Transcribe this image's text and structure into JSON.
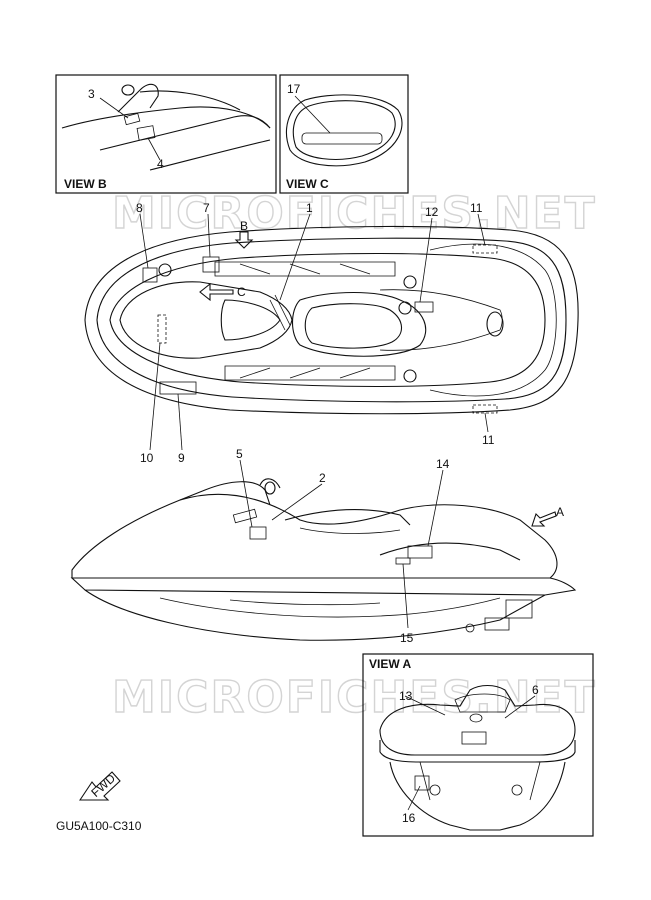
{
  "watermark": "MICROFICHES.NET",
  "views": {
    "view_b": "VIEW B",
    "view_c": "VIEW C",
    "view_a": "VIEW A",
    "arrow_b": "B",
    "arrow_c": "C",
    "arrow_a": "A"
  },
  "fwd_label": "FWD",
  "diagram_code": "GU5A100-C310",
  "callouts": {
    "c1": "1",
    "c2": "2",
    "c3": "3",
    "c4": "4",
    "c5": "5",
    "c6": "6",
    "c7": "7",
    "c8": "8",
    "c9": "9",
    "c10": "10",
    "c11a": "11",
    "c11b": "11",
    "c12": "12",
    "c13": "13",
    "c14": "14",
    "c15": "15",
    "c16": "16",
    "c17": "17"
  }
}
